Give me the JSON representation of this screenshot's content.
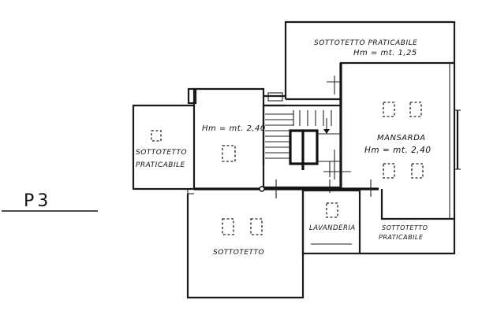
{
  "floor_label": "P3",
  "rooms": {
    "top_right": {
      "line1": "SOTTOTETTO PRATICABILE",
      "line2": "Hm = mt. 1,25"
    },
    "center_left": {
      "line1": "Hm = mt. 2,40"
    },
    "left": {
      "line1": "SOTTOTETTO",
      "line2": "PRATICABILE"
    },
    "mansarda": {
      "line1": "MANSARDA",
      "line2": "Hm = mt. 2,40"
    },
    "bottom_left": {
      "line1": "SOTTOTETTO"
    },
    "lavanderia": {
      "line1": "LAVANDERIA"
    },
    "bottom_right": {
      "line1": "SOTTOTETTO",
      "line2": "PRATICABILE"
    }
  }
}
